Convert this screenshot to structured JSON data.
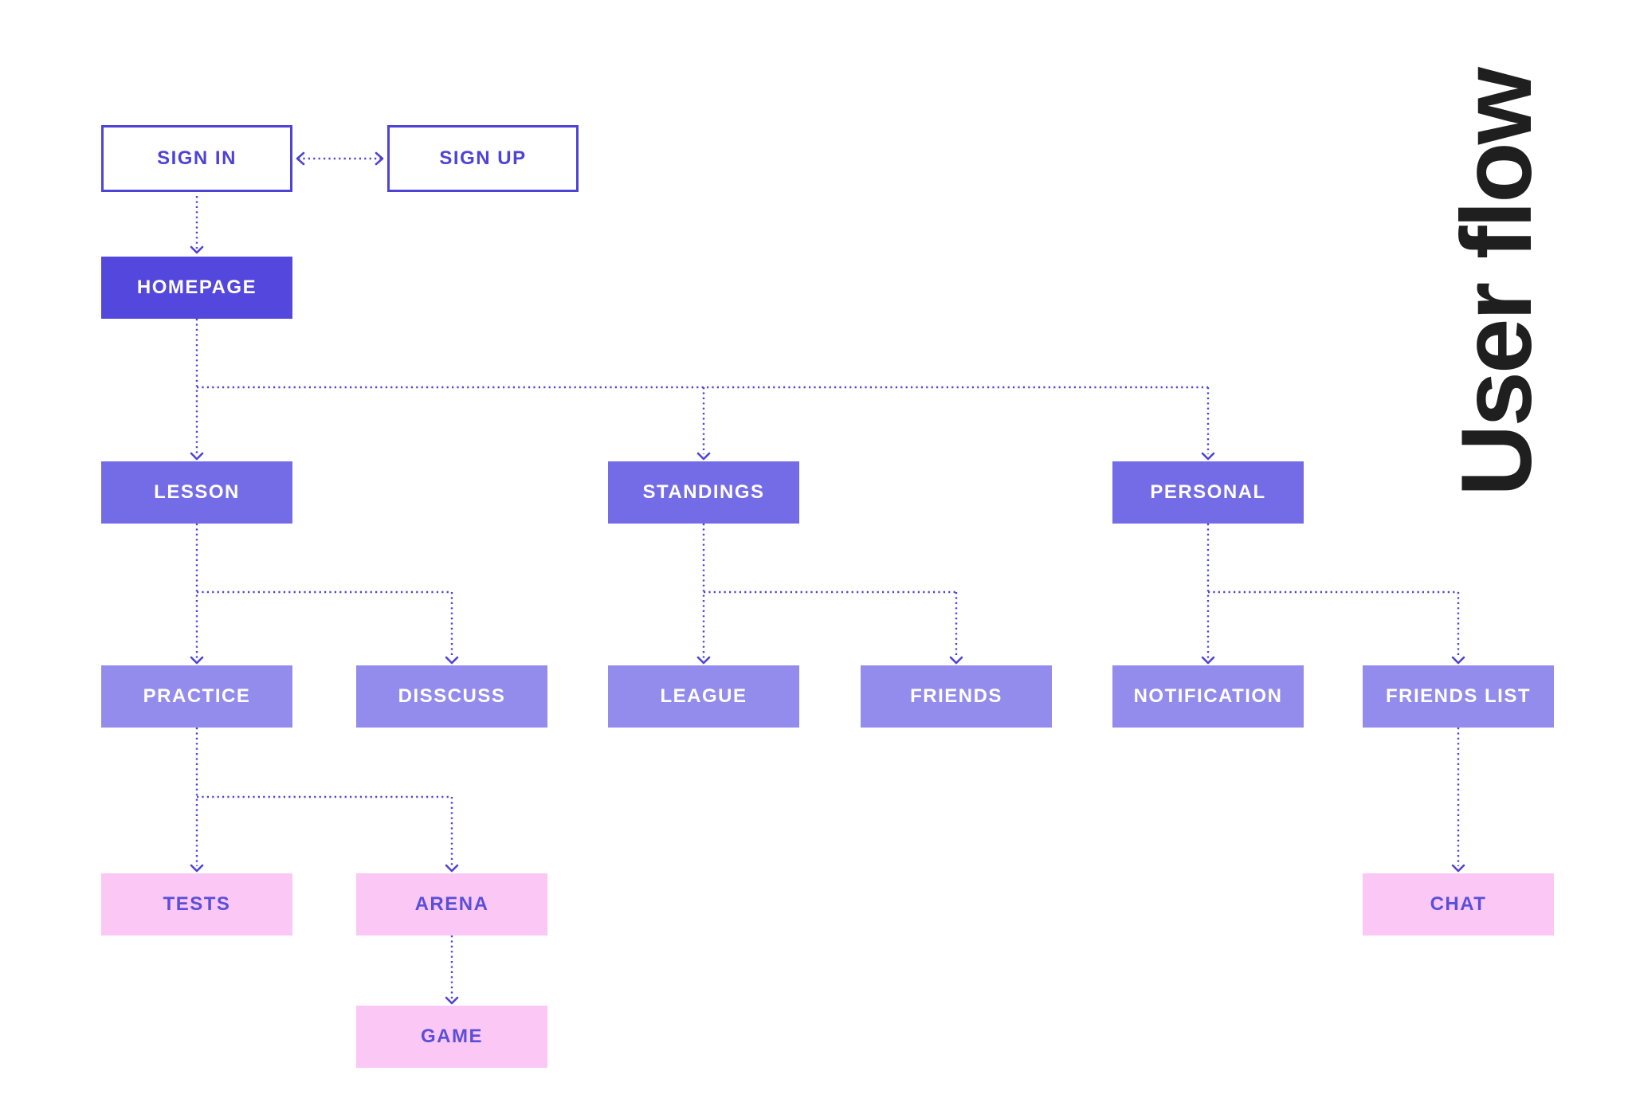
{
  "title": "User flow",
  "palette": {
    "accent": "#4e43d7",
    "homepage_fill": "#5347de",
    "level2_fill": "#746be7",
    "level3_fill": "#948cec",
    "pink_fill": "#fbc7f5",
    "pink_text": "#5a4fd9",
    "title_color": "#1f1f1f"
  },
  "nodes": {
    "sign_in": {
      "label": "SIGN IN"
    },
    "sign_up": {
      "label": "SIGN UP"
    },
    "homepage": {
      "label": "HOMEPAGE"
    },
    "lesson": {
      "label": "LESSON"
    },
    "standings": {
      "label": "STANDINGS"
    },
    "personal": {
      "label": "PERSONAL"
    },
    "practice": {
      "label": "PRACTICE"
    },
    "disscuss": {
      "label": "DISSCUSS"
    },
    "league": {
      "label": "LEAGUE"
    },
    "friends": {
      "label": "FRIENDS"
    },
    "notification": {
      "label": "NOTIFICATION"
    },
    "friends_list": {
      "label": "FRIENDS LIST"
    },
    "tests": {
      "label": "TESTS"
    },
    "arena": {
      "label": "ARENA"
    },
    "game": {
      "label": "GAME"
    },
    "chat": {
      "label": "CHAT"
    }
  },
  "edges": [
    {
      "from": "sign_in",
      "to": "sign_up",
      "type": "bidirectional"
    },
    {
      "from": "sign_in",
      "to": "homepage"
    },
    {
      "from": "homepage",
      "to": "lesson"
    },
    {
      "from": "homepage",
      "to": "standings"
    },
    {
      "from": "homepage",
      "to": "personal"
    },
    {
      "from": "lesson",
      "to": "practice"
    },
    {
      "from": "lesson",
      "to": "disscuss"
    },
    {
      "from": "standings",
      "to": "league"
    },
    {
      "from": "standings",
      "to": "friends"
    },
    {
      "from": "personal",
      "to": "notification"
    },
    {
      "from": "personal",
      "to": "friends_list"
    },
    {
      "from": "practice",
      "to": "tests"
    },
    {
      "from": "practice",
      "to": "arena"
    },
    {
      "from": "arena",
      "to": "game"
    },
    {
      "from": "friends_list",
      "to": "chat"
    }
  ]
}
